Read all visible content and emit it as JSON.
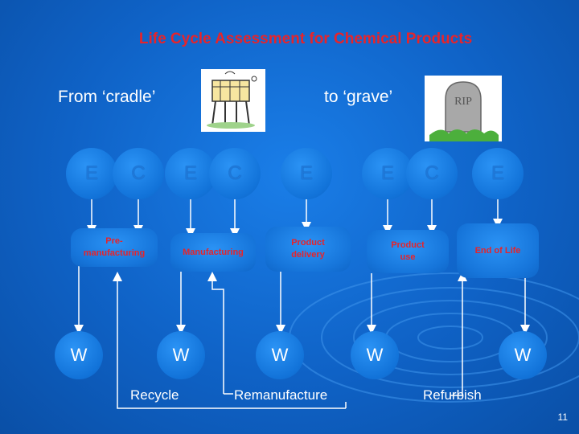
{
  "title": "Life Cycle Assessment for Chemical Products",
  "from_label": "From ‘cradle’",
  "to_label": "to ‘grave’",
  "images": {
    "cradle": "cradle-cartoon-image",
    "grave": "gravestone-rip-image",
    "grave_text": "RIP"
  },
  "top_nodes": [
    "E",
    "C",
    "E",
    "C",
    "E",
    "E",
    "C",
    "E"
  ],
  "stages": [
    "Pre-\nmanufacturing",
    "Manufacturing",
    "Product\ndelivery",
    "Product\nuse",
    "End of Life"
  ],
  "waste_nodes": [
    "W",
    "W",
    "W",
    "W",
    "W"
  ],
  "loops": [
    "Recycle",
    "Remanufacture",
    "Refurbish"
  ],
  "page_number": "11",
  "colors": {
    "background": "#1070d6",
    "title": "#e6242b",
    "stage_text": "#e6242b",
    "lines": "#ffffff"
  }
}
